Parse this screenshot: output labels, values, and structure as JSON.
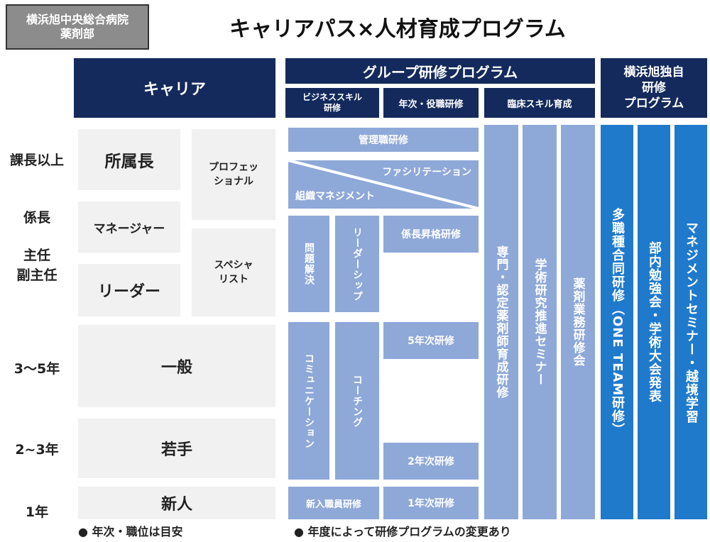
{
  "org_label": "横浜旭中央総合病院\n薬剤部",
  "title": "キャリアパス×人材育成プログラム",
  "headers": {
    "career": "キャリア",
    "group_program": "グループ研修プログラム",
    "business_skill": "ビジネススキル\n研修",
    "annual_role": "年次・役職研修",
    "clinical_skill": "臨床スキル育成",
    "original_program": "横浜旭独自\n研修\nプログラム"
  },
  "row_labels": {
    "section_chief": "課長以上",
    "chief": "係長",
    "lead_sub": "主任\n副主任",
    "y3_5": "3〜5年",
    "y2_3": "2~3年",
    "y1": "1年"
  },
  "career": {
    "head": "所属長",
    "manager": "マネージャー",
    "leader": "リーダー",
    "professional": "プロフェッ\nショナル",
    "specialist": "スペシャ\nリスト",
    "general": "一般",
    "young": "若手",
    "newcomer": "新人"
  },
  "business_skill": {
    "management": "管理職研修",
    "facilitation": "ファシリテーション",
    "org_management": "組織マネジメント",
    "problem_solving": "問題解決",
    "leadership": "リーダーシップ",
    "communication": "コミュニケーション",
    "coaching": "コーチング",
    "new_employee": "新入職員研修"
  },
  "annual_role": {
    "chief_promotion": "係長昇格研修",
    "year5": "5年次研修",
    "year2": "2年次研修",
    "year1": "1年次研修"
  },
  "clinical": {
    "specialist_pharmacist": "専門・認定薬剤師育成研修",
    "academic_seminar": "学術研究推進セミナー",
    "pharmacy_training": "薬剤業務研修会"
  },
  "original": {
    "multi_profession": "多職種合同研修（ONE TEAM研修）",
    "internal_study": "部内勉強会・学術大会発表",
    "management_seminar": "マネジメントセミナー・越境学習"
  },
  "legend": {
    "note1": "● 年次・職位は目安",
    "note2": "● 年度によって研修プログラムの変更あり"
  },
  "colors": {
    "navy": "#142a5c",
    "grey_box": "#f1f1f1",
    "lavender": "#8ea8d8",
    "blue": "#1f7acc"
  }
}
